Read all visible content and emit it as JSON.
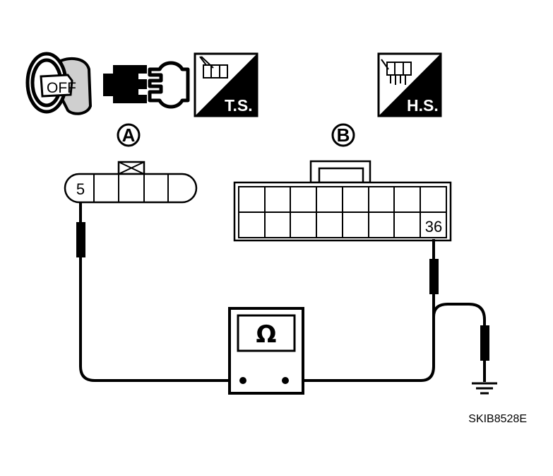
{
  "icons": {
    "ignition_label": "OFF",
    "disconnect": "connector-disconnect-icon",
    "terminal_side_label": "T.S.",
    "harness_side_label": "H.S."
  },
  "connector_a": {
    "letter": "A",
    "pin": "5"
  },
  "connector_b": {
    "letter": "B",
    "pin": "36"
  },
  "meter": {
    "symbol": "Ω"
  },
  "figure_code": "SKIB8528E"
}
